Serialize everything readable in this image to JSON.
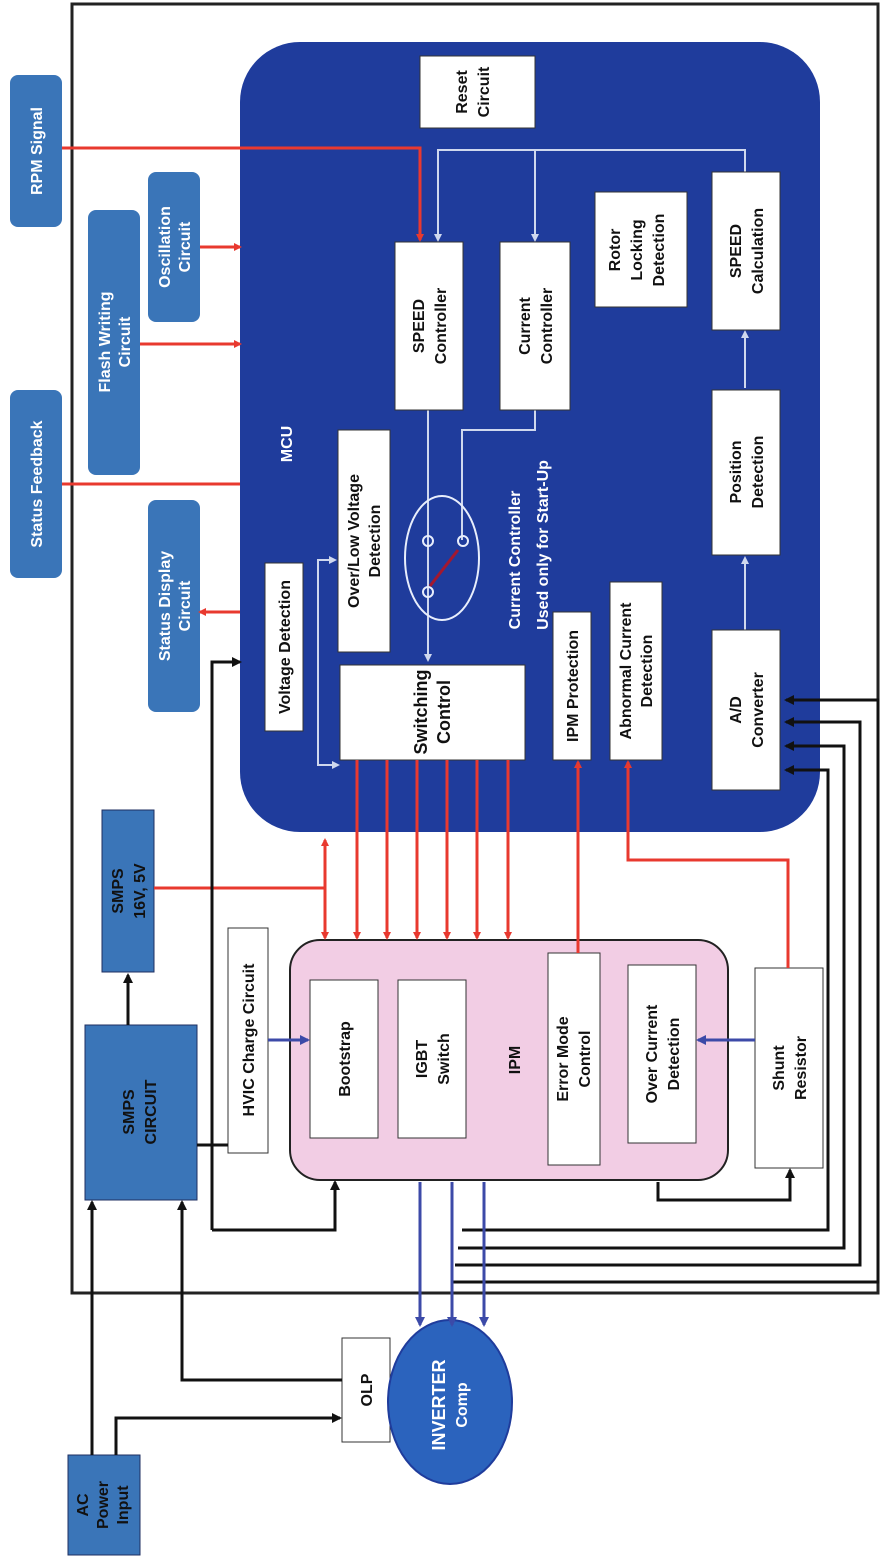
{
  "outside_blocks": {
    "rpm_signal": "RPM Signal",
    "status_feedback": "Status Feedback",
    "flash_writing": [
      "Flash Writing",
      "Circuit"
    ],
    "oscillation": [
      "Oscillation",
      "Circuit"
    ],
    "status_display": [
      "Status Display",
      "Circuit"
    ],
    "smps_16v": [
      "SMPS",
      "16V, 5V"
    ],
    "smps_circuit": [
      "SMPS",
      "CIRCUIT"
    ],
    "hvic_charge": "HVIC Charge Circuit",
    "ac_power": [
      "AC",
      "Power",
      "Input"
    ],
    "olp": "OLP",
    "inverter": [
      "INVERTER",
      "Comp"
    ],
    "shunt_resistor": [
      "Shunt",
      "Resistor"
    ]
  },
  "mcu": {
    "label": "MCU",
    "reset": [
      "Reset",
      "Circuit"
    ],
    "speed_controller": [
      "SPEED",
      "Controller"
    ],
    "current_controller": [
      "Current",
      "Controller"
    ],
    "rotor_locking": [
      "Rotor",
      "Locking",
      "Detection"
    ],
    "speed_calculation": [
      "SPEED",
      "Calculation"
    ],
    "over_low_voltage": [
      "Over/Low Voltage",
      "Detection"
    ],
    "voltage_detection": "Voltage Detection",
    "switching_control": [
      "Switching",
      "Control"
    ],
    "position_detection": [
      "Position",
      "Detection"
    ],
    "ad_converter": [
      "A/D",
      "Converter"
    ],
    "ipm_protection": "IPM Protection",
    "abnormal_current": [
      "Abnormal Current",
      "Detection"
    ],
    "startup_note": [
      "Current Controller",
      "Used only for Start-Up"
    ]
  },
  "ipm": {
    "label": "IPM",
    "bootstrap": "Bootstrap",
    "igbt_switch": [
      "IGBT",
      "Switch"
    ],
    "error_mode": [
      "Error Mode",
      "Control"
    ],
    "over_current": [
      "Over Current",
      "Detection"
    ]
  },
  "colors": {
    "mcu_fill": "#1f3c9c",
    "ipm_fill": "#f2cde4",
    "outside_block": "#3a75b8",
    "red_line": "#e8392f",
    "black_line": "#111111",
    "blue_arrow": "#3c4aa8",
    "inner_line": "#cfd8ee"
  }
}
